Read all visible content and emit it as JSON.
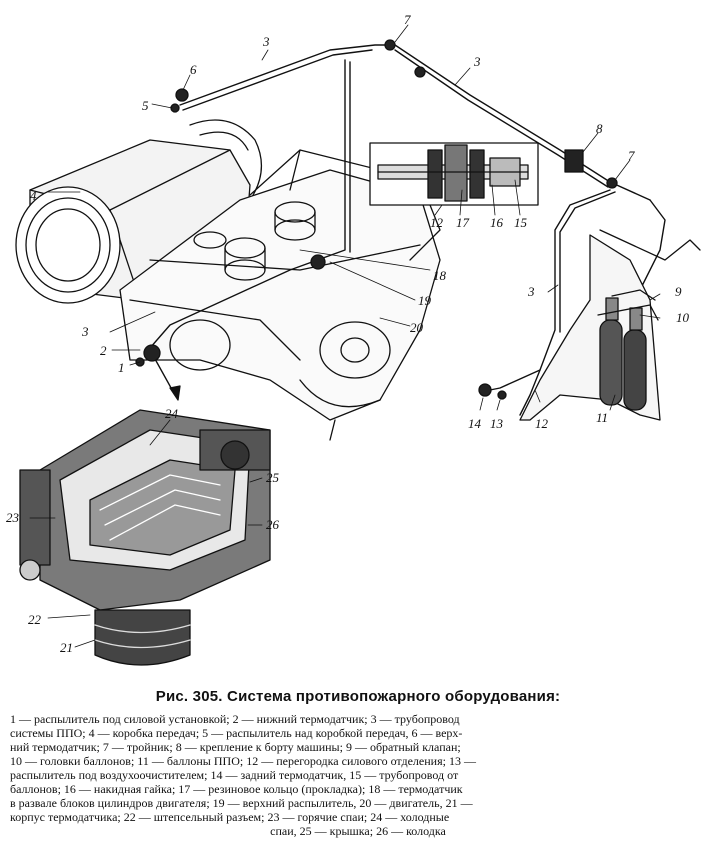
{
  "figure_labels": {
    "l1": "1",
    "l2": "2",
    "l3a": "3",
    "l3b": "3",
    "l3c": "3",
    "l3d": "3",
    "l4": "4",
    "l5": "5",
    "l6": "6",
    "l7a": "7",
    "l7b": "7",
    "l8": "8",
    "l9": "9",
    "l10": "10",
    "l11": "11",
    "l12a": "12",
    "l12b": "12",
    "l13": "13",
    "l14": "14",
    "l15": "15",
    "l16": "16",
    "l17": "17",
    "l18": "18",
    "l19": "19",
    "l20": "20",
    "l21": "21",
    "l22": "22",
    "l23": "23",
    "l24": "24",
    "l25": "25",
    "l26": "26"
  },
  "caption": {
    "figure_number": "Рис. 305.",
    "title": "Система противопожарного оборудования:",
    "lines": [
      "1 — распылитель под силовой установкой; 2 — нижний термодатчик; 3 — трубопровод",
      "системы ППО; 4 — коробка передач; 5 — распылитель над коробкой передач, 6 — верх-",
      "ний термодатчик; 7 — тройник; 8 — крепление к борту машины; 9 — обратный клапан;",
      "10 — головки баллонов; 11 — баллоны ППО; 12 — перегородка силового отделения; 13 —",
      "распылитель под воздухоочистителем; 14 — задний термодатчик, 15 — трубопровод от",
      "баллонов; 16 — накидная гайка; 17 — резиновое кольцо (прокладка); 18 — термодатчик",
      "в развале блоков цилиндров двигателя; 19 — верхний распылитель, 20 — двигатель, 21 —",
      "корпус термодатчика; 22 — штепсельный разъем; 23 — горячие спаи; 24 — холодные",
      "спаи, 25 — крышка; 26 — колодка"
    ]
  }
}
